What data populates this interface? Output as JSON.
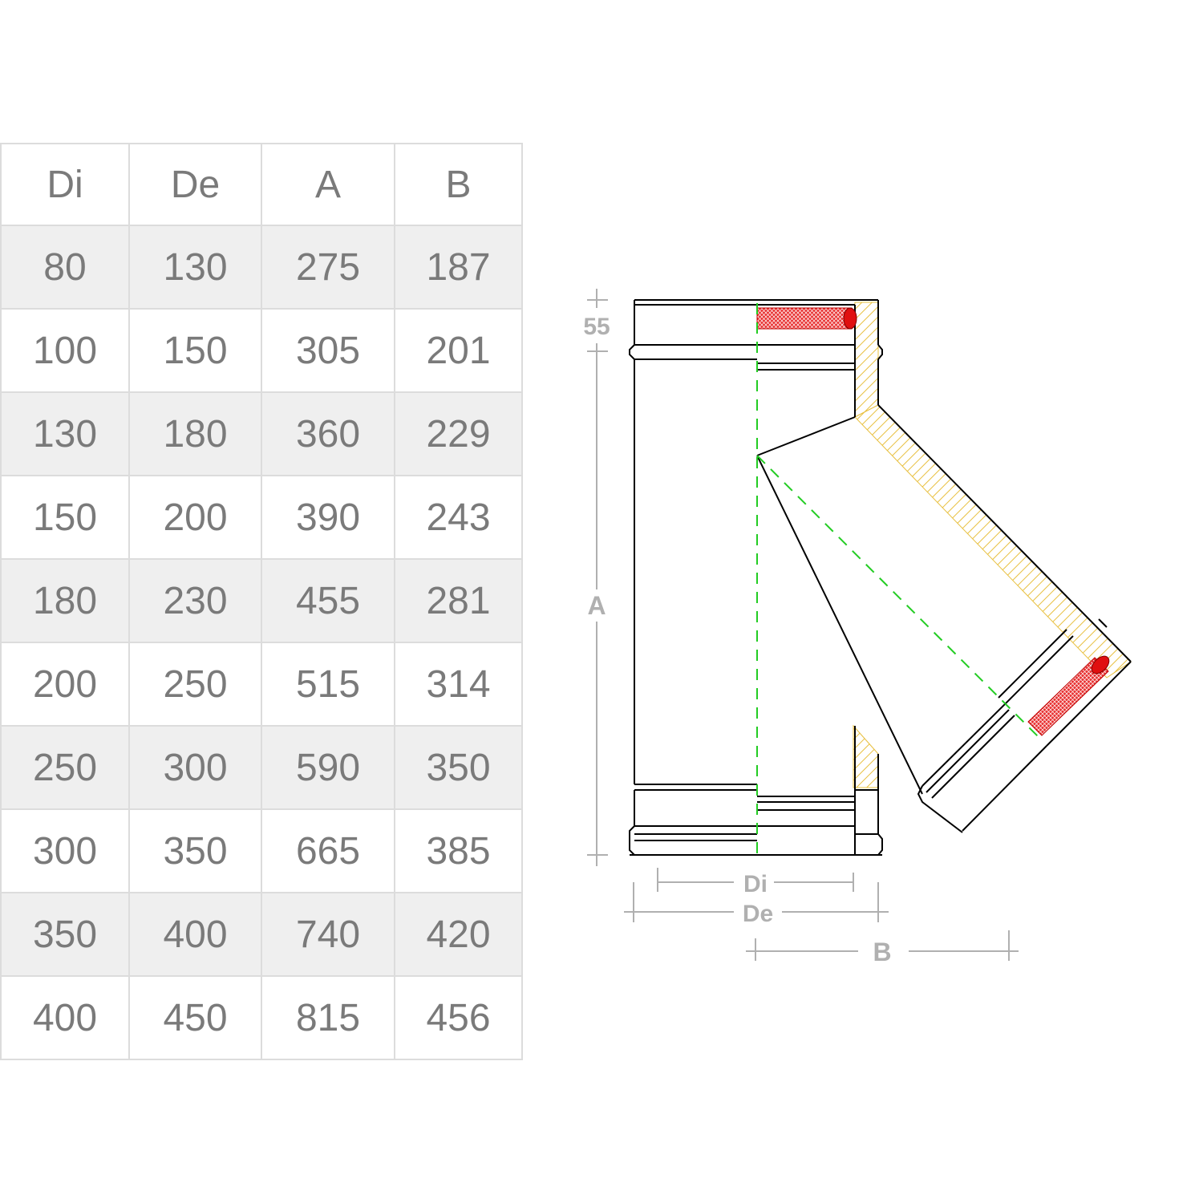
{
  "table": {
    "headers": [
      "Di",
      "De",
      "A",
      "B"
    ],
    "rows": [
      [
        "80",
        "130",
        "275",
        "187"
      ],
      [
        "100",
        "150",
        "305",
        "201"
      ],
      [
        "130",
        "180",
        "360",
        "229"
      ],
      [
        "150",
        "200",
        "390",
        "243"
      ],
      [
        "180",
        "230",
        "455",
        "281"
      ],
      [
        "200",
        "250",
        "515",
        "314"
      ],
      [
        "250",
        "300",
        "590",
        "350"
      ],
      [
        "300",
        "350",
        "665",
        "385"
      ],
      [
        "350",
        "400",
        "740",
        "420"
      ],
      [
        "400",
        "450",
        "815",
        "456"
      ]
    ]
  },
  "diagram": {
    "labels": {
      "top_offset": "55",
      "height": "A",
      "inner_diameter": "Di",
      "outer_diameter": "De",
      "branch_offset": "B"
    },
    "colors": {
      "outline": "#000000",
      "centerline": "#22cc22",
      "seal": "#e02020",
      "insulation": "#e8c040",
      "dimension": "#b0b0b0"
    }
  }
}
